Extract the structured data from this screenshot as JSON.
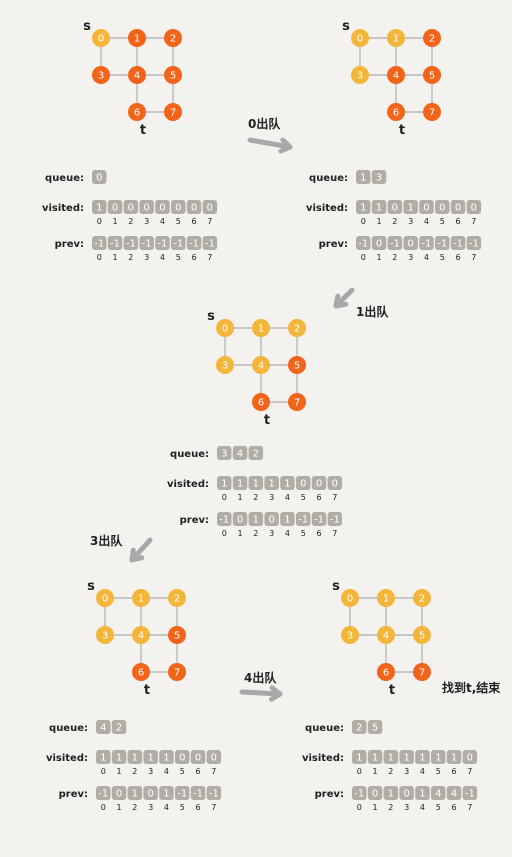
{
  "colors": {
    "background": "#f4f2ee",
    "node_light": "#f3b63a",
    "node_dark": "#f2641a",
    "edge": "#b8b8b8",
    "cell": "#b0ada6",
    "arrow": "#a8a8a8",
    "text": "#222222"
  },
  "labels": {
    "s": "s",
    "t": "t",
    "queue": "queue:",
    "visited": "visited:",
    "prev": "prev:"
  },
  "steps": [
    {
      "id": "initial",
      "colors": [
        "light",
        "dark",
        "dark",
        "dark",
        "dark",
        "dark",
        "dark",
        "dark"
      ],
      "queue": [
        "0"
      ],
      "visited": [
        "1",
        "0",
        "0",
        "0",
        "0",
        "0",
        "0",
        "0"
      ],
      "prev": [
        "-1",
        "-1",
        "-1",
        "-1",
        "-1",
        "-1",
        "-1",
        "-1"
      ],
      "note": ""
    },
    {
      "id": "after-0",
      "colors": [
        "light",
        "light",
        "dark",
        "light",
        "dark",
        "dark",
        "dark",
        "dark"
      ],
      "queue": [
        "1",
        "3"
      ],
      "visited": [
        "1",
        "1",
        "0",
        "1",
        "0",
        "0",
        "0",
        "0"
      ],
      "prev": [
        "-1",
        "0",
        "-1",
        "0",
        "-1",
        "-1",
        "-1",
        "-1"
      ],
      "note": ""
    },
    {
      "id": "after-1",
      "colors": [
        "light",
        "light",
        "light",
        "light",
        "light",
        "dark",
        "dark",
        "dark"
      ],
      "queue": [
        "3",
        "4",
        "2"
      ],
      "visited": [
        "1",
        "1",
        "1",
        "1",
        "1",
        "0",
        "0",
        "0"
      ],
      "prev": [
        "-1",
        "0",
        "1",
        "0",
        "1",
        "-1",
        "-1",
        "-1"
      ],
      "note": ""
    },
    {
      "id": "after-3",
      "colors": [
        "light",
        "light",
        "light",
        "light",
        "light",
        "dark",
        "dark",
        "dark"
      ],
      "queue": [
        "4",
        "2"
      ],
      "visited": [
        "1",
        "1",
        "1",
        "1",
        "1",
        "0",
        "0",
        "0"
      ],
      "prev": [
        "-1",
        "0",
        "1",
        "0",
        "1",
        "-1",
        "-1",
        "-1"
      ],
      "note": ""
    },
    {
      "id": "after-4",
      "colors": [
        "light",
        "light",
        "light",
        "light",
        "light",
        "light",
        "dark",
        "dark"
      ],
      "queue": [
        "2",
        "5"
      ],
      "visited": [
        "1",
        "1",
        "1",
        "1",
        "1",
        "1",
        "1",
        "0"
      ],
      "prev": [
        "-1",
        "0",
        "1",
        "0",
        "1",
        "4",
        "4",
        "-1"
      ],
      "note": "找到t,结束"
    }
  ],
  "transitions": [
    {
      "id": "t0",
      "label": "0出队"
    },
    {
      "id": "t1",
      "label": "1出队"
    },
    {
      "id": "t2",
      "label": "3出队"
    },
    {
      "id": "t3",
      "label": "4出队"
    }
  ],
  "index_labels": [
    "0",
    "1",
    "2",
    "3",
    "4",
    "5",
    "6",
    "7"
  ]
}
